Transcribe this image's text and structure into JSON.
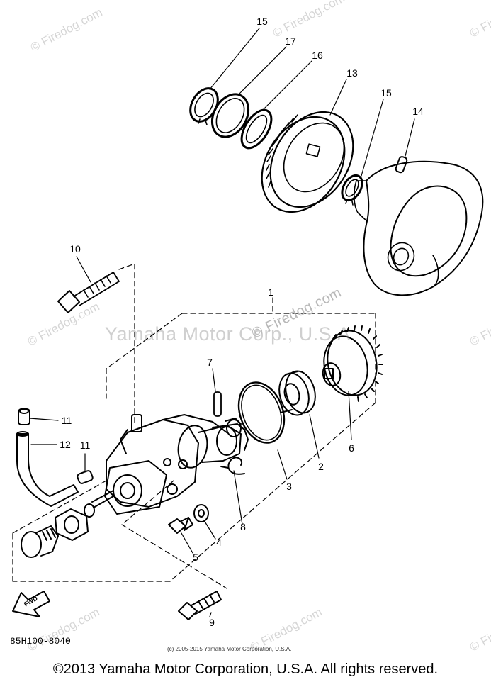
{
  "watermarks": {
    "repeat": "© Firedog.com",
    "center_line": "Yamaha Motor Corp., U.S.A.",
    "center_overlay": "© Firedog.com"
  },
  "callouts": {
    "p1": "1",
    "p2": "2",
    "p3": "3",
    "p4": "4",
    "p5": "5",
    "p6": "6",
    "p7": "7",
    "p8": "8",
    "p9": "9",
    "p10": "10",
    "p11a": "11",
    "p11b": "11",
    "p12": "12",
    "p13": "13",
    "p14": "14",
    "p15a": "15",
    "p15b": "15",
    "p16": "16",
    "p17": "17"
  },
  "fwd_arrow_label": "FWD",
  "part_code": "85H100-8040",
  "small_copyright": "(c) 2005-2015 Yamaha Motor Corporation, U.S.A.",
  "footer_copyright": "©2013 Yamaha Motor Corporation, U.S.A. All rights reserved."
}
